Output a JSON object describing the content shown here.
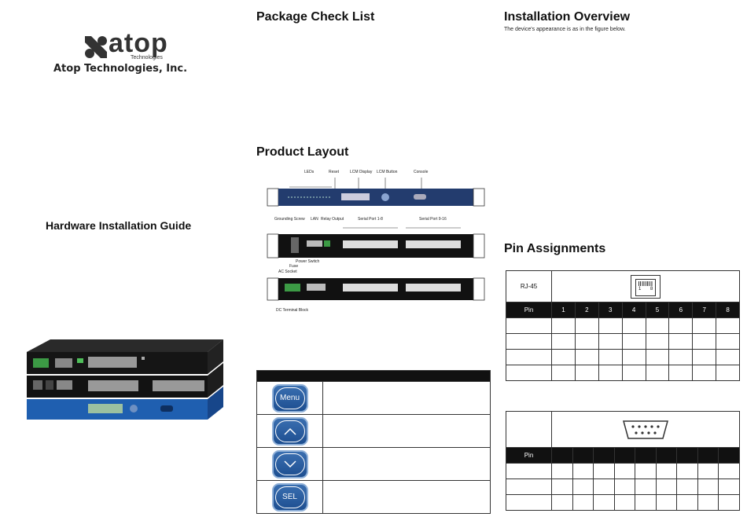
{
  "logo": {
    "word": "atop",
    "sub": "Technologies",
    "company": "Atop Technologies, Inc."
  },
  "left": {
    "guide_title": "Hardware Installation Guide"
  },
  "middle": {
    "package_title": "Package Check List",
    "layout_title": "Product Layout",
    "front_labels": {
      "leds": "LEDs",
      "reset": "Reset",
      "lcm_display": "LCM Display",
      "lcm_button": "LCM Button",
      "console": "Console"
    },
    "rear_labels": {
      "grounding": "Grounding Screw",
      "lan": "LAN",
      "relay": "Relay Output",
      "serial1": "Serial Port 1-8",
      "serial2": "Serial Port 9-16",
      "power_switch": "Power Switch",
      "fuse": "Fuse",
      "ac_socket": "AC Socket"
    },
    "dc_label": "DC Terminal Block",
    "buttons": [
      {
        "name": "menu",
        "label": "Menu"
      },
      {
        "name": "up",
        "label": ""
      },
      {
        "name": "down",
        "label": ""
      },
      {
        "name": "sel",
        "label": "SEL"
      }
    ]
  },
  "right": {
    "overview_title": "Installation Overview",
    "overview_text": "The device's appearance is as in the figure below.",
    "pin_title": "Pin Assignments",
    "rj45": {
      "label": "RJ-45",
      "jack_left": "1",
      "jack_right": "8",
      "pin_label": "Pin",
      "pins": [
        "1",
        "2",
        "3",
        "4",
        "5",
        "6",
        "7",
        "8"
      ]
    },
    "db9": {
      "pin_label": "Pin"
    }
  }
}
